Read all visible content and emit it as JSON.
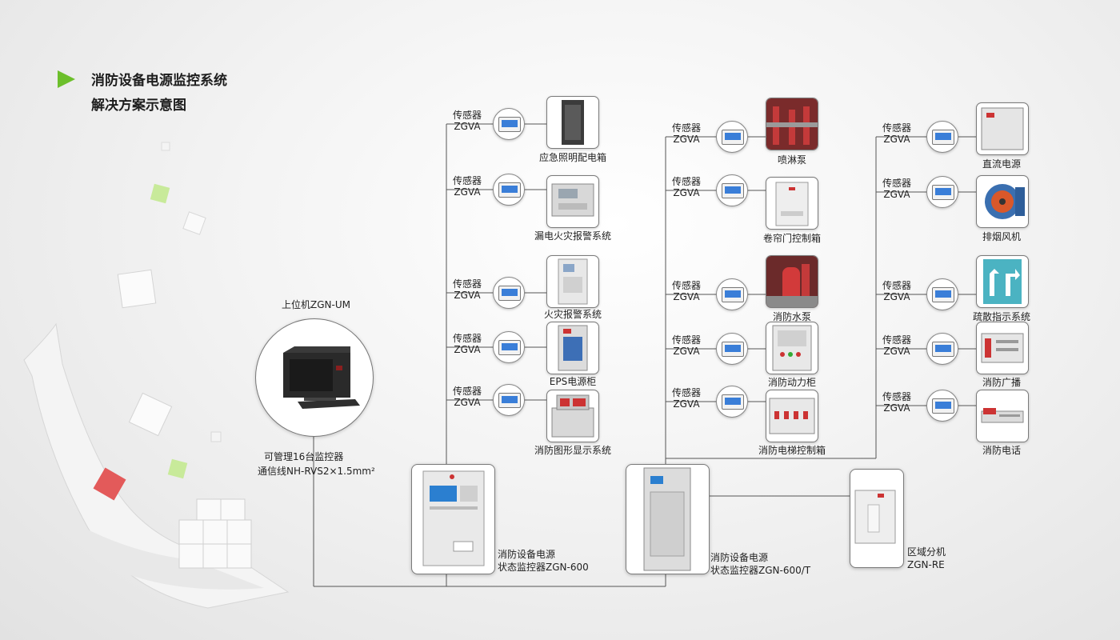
{
  "title": {
    "line1": "消防设备电源监控系统",
    "line2": "解决方案示意图"
  },
  "host": {
    "label": "上位机ZGN-UM",
    "note_line1": "可管理16台监控器",
    "note_line2": "通信线NH-RVS2×1.5mm²"
  },
  "controllers": [
    {
      "line1": "消防设备电源",
      "line2": "状态监控器ZGN-600"
    },
    {
      "line1": "消防设备电源",
      "line2": "状态监控器ZGN-600/T"
    },
    {
      "line1": "区域分机",
      "line2": "ZGN-RE"
    }
  ],
  "sensor": {
    "line1": "传感器",
    "line2": "ZGVA"
  },
  "columns": [
    {
      "devices": [
        "应急照明配电箱",
        "漏电火灾报警系统",
        "火灾报警系统",
        "EPS电源柜",
        "消防图形显示系统"
      ]
    },
    {
      "devices": [
        "喷淋泵",
        "卷帘门控制箱",
        "消防水泵",
        "消防动力柜",
        "消防电梯控制箱"
      ]
    },
    {
      "devices": [
        "直流电源",
        "排烟风机",
        "疏散指示系统",
        "消防广播",
        "消防电话"
      ]
    }
  ],
  "colors": {
    "accent_green": "#6cbf2b",
    "sensor_screen": "#3a7ed8",
    "line": "#555555"
  }
}
